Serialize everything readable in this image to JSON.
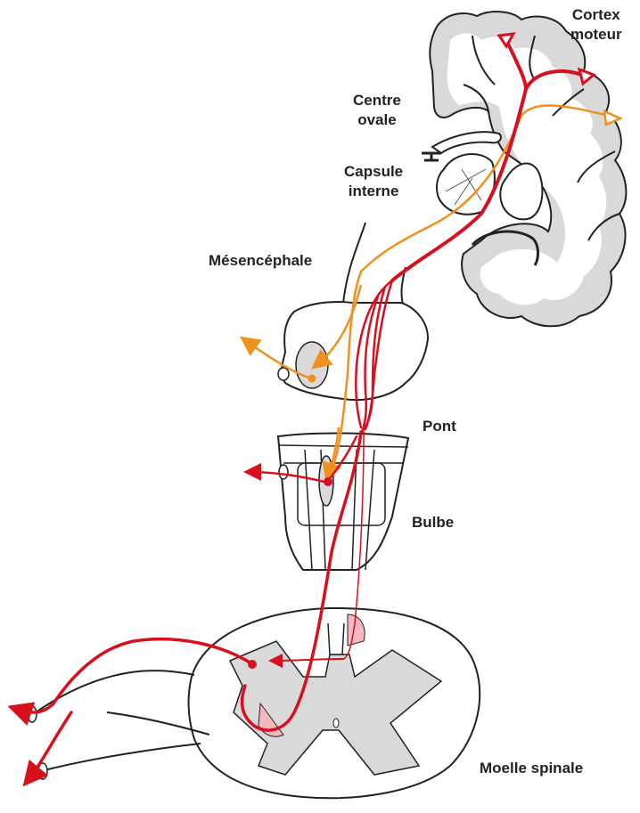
{
  "labels": {
    "cortex_line1": "Cortex",
    "cortex_line2": "moteur",
    "centre_line1": "Centre",
    "centre_line2": "ovale",
    "capsule_line1": "Capsule",
    "capsule_line2": "interne",
    "mesencephale": "Mésencéphale",
    "pont": "Pont",
    "bulbe": "Bulbe",
    "moelle": "Moelle spinale"
  },
  "colors": {
    "red_pathway": "#d8101e",
    "orange_pathway": "#f0901e",
    "gray_matter": "#e0e0e0",
    "pink_tract": "#f4b8c0",
    "outline": "#222222"
  }
}
